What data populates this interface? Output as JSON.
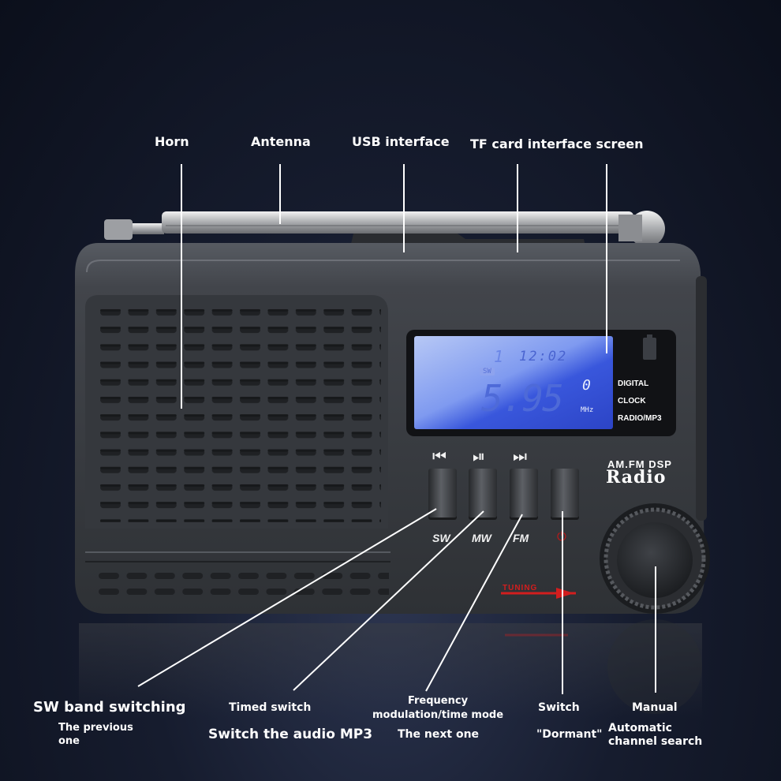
{
  "callouts_top": {
    "horn": "Horn",
    "antenna": "Antenna",
    "usb": "USB interface",
    "tf": "TF card interface screen"
  },
  "lcd": {
    "band": "SW",
    "clock_prefix": "1",
    "clock": "12:02",
    "frequency_main": "5.95",
    "frequency_small": "0",
    "unit": "MHz",
    "modes": [
      "DIGITAL",
      "CLOCK",
      "RADIO/MP3"
    ]
  },
  "brand": {
    "subtitle": "AM.FM DSP",
    "name": "Radio"
  },
  "buttons": [
    {
      "symbol": "⏮",
      "band": "SW"
    },
    {
      "symbol": "⏯",
      "band": "MW"
    },
    {
      "symbol": "⏭",
      "band": "FM"
    },
    {
      "symbol": "",
      "band": "⏻"
    }
  ],
  "tuning_label": "TUNING",
  "callouts_bottom": {
    "sw_switching": "SW band switching",
    "previous": "The previous one",
    "timed_switch": "Timed switch",
    "switch_mp3": "Switch the audio MP3",
    "fm_time": "Frequency modulation/time mode",
    "next": "The next one",
    "switch": "Switch",
    "dormant": "\"Dormant\"",
    "manual": "Manual",
    "auto_search": "Automatic channel search"
  },
  "colors": {
    "lcd_backlight": "#3a5ad8",
    "tuning_red": "#d21e1e",
    "body": "#3c3f44"
  }
}
